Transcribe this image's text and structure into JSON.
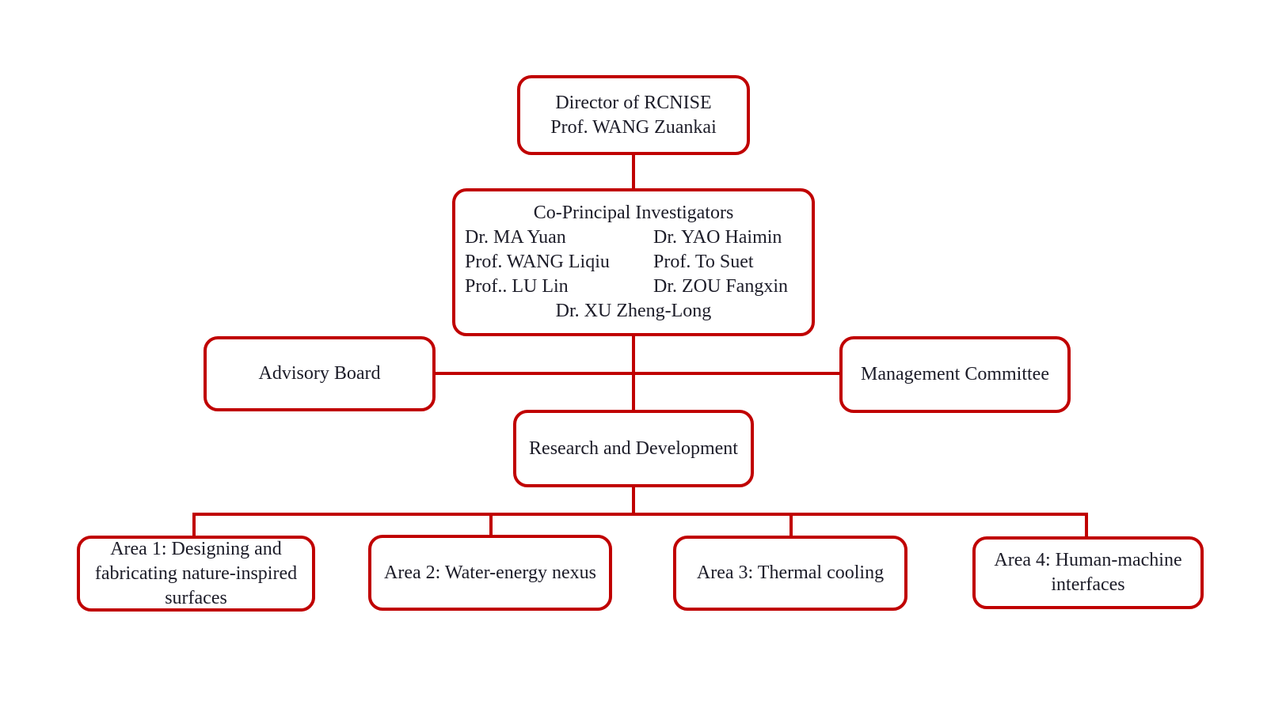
{
  "colors": {
    "accent": "#c00000",
    "text": "#1c1c28",
    "background": "#ffffff"
  },
  "org": {
    "director": {
      "line1": "Director of RCNISE",
      "line2": "Prof. WANG Zuankai"
    },
    "co_pi": {
      "title": "Co-Principal Investigators",
      "rows": [
        {
          "left": "Dr. MA Yuan",
          "right": "Dr. YAO Haimin"
        },
        {
          "left": "Prof. WANG Liqiu",
          "right": "Prof. To Suet"
        },
        {
          "left": "Prof.. LU Lin",
          "right": "Dr. ZOU Fangxin"
        }
      ],
      "footer": "Dr. XU Zheng-Long"
    },
    "advisory_board": {
      "label": "Advisory Board"
    },
    "management_committee": {
      "label": "Management Committee"
    },
    "research_development": {
      "label": "Research and Development"
    },
    "areas": [
      {
        "label": "Area 1: Designing and fabricating nature-inspired surfaces"
      },
      {
        "label": "Area 2: Water-energy nexus"
      },
      {
        "label": "Area 3: Thermal cooling"
      },
      {
        "label": "Area 4: Human-machine interfaces"
      }
    ]
  }
}
